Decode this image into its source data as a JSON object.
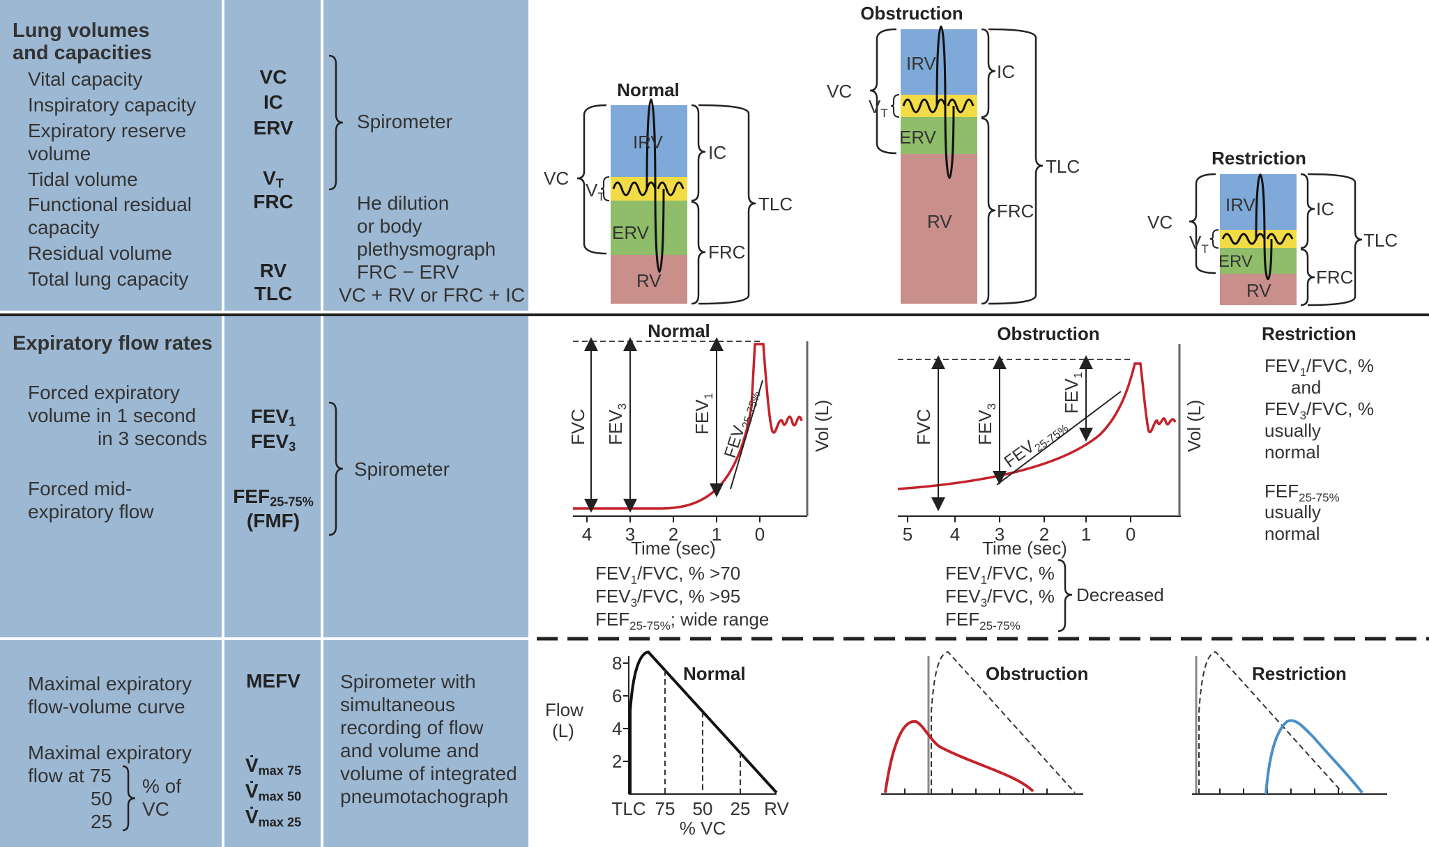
{
  "left": {
    "lung": {
      "header_line1": "Lung volumes",
      "header_line2": "and capacities",
      "labels": [
        "Vital capacity",
        "Inspiratory capacity",
        "Expiratory reserve",
        "volume",
        "Tidal volume",
        "Functional residual",
        "capacity",
        "Residual volume",
        "Total lung capacity"
      ],
      "abbr": [
        "VC",
        "IC",
        "ERV",
        "V",
        "T",
        "FRC",
        "RV",
        "TLC"
      ],
      "method_spiro": "Spirometer",
      "method_lines": [
        "He dilution",
        "or body",
        "plethysmograph",
        "FRC − ERV",
        "VC + RV or FRC + IC"
      ]
    },
    "flow": {
      "header": "Expiratory flow rates",
      "labels": [
        "Forced expiratory",
        "volume in 1 second",
        "in 3 seconds",
        "Forced mid-",
        "expiratory flow"
      ],
      "abbr": [
        {
          "base": "FEV",
          "sub": "1"
        },
        {
          "base": "FEV",
          "sub": "3"
        },
        {
          "base": "FEF",
          "sub": "25-75%"
        }
      ],
      "abbr_fmf": "(FMF)",
      "method": "Spirometer"
    },
    "mefv": {
      "labels": [
        "Maximal expiratory",
        "flow-volume curve",
        "Maximal expiratory",
        "flow at 75",
        "50",
        "25",
        "% of",
        "VC"
      ],
      "abbr": "MEFV",
      "vmax": [
        {
          "base": "V̇",
          "sub": "max 75"
        },
        {
          "base": "V̇",
          "sub": "max 50"
        },
        {
          "base": "V̇",
          "sub": "max 25"
        }
      ],
      "method_lines": [
        "Spirometer with",
        "simultaneous",
        "recording of flow",
        "and volume and",
        "volume of integrated",
        "pneumotachograph"
      ]
    }
  },
  "volumes": {
    "normal": {
      "title": "Normal",
      "IRV": "IRV",
      "ERV": "ERV",
      "RV": "RV",
      "VC": "VC",
      "VT": "V",
      "VT_sub": "T",
      "IC": "IC",
      "TLC": "TLC",
      "FRC": "FRC"
    },
    "obstruction": {
      "title": "Obstruction",
      "IRV": "IRV",
      "ERV": "ERV",
      "RV": "RV",
      "VC": "VC",
      "VT": "V",
      "VT_sub": "T",
      "IC": "IC",
      "TLC": "TLC",
      "FRC": "FRC"
    },
    "restriction": {
      "title": "Restriction",
      "IRV": "IRV",
      "ERV": "ERV",
      "RV": "RV",
      "VC": "VC",
      "VT": "V",
      "VT_sub": "T",
      "IC": "IC",
      "TLC": "TLC",
      "FRC": "FRC"
    }
  },
  "flowrates": {
    "normal": {
      "title": "Normal",
      "FVC": "FVC",
      "FEV3": "FEV",
      "FEV3_sub": "3",
      "FEV1": "FEV",
      "FEV1_sub": "1",
      "FEV2575": "FEV",
      "FEV2575_sub": "25-75%",
      "vol": "Vol (L)",
      "ticks": [
        "4",
        "3",
        "2",
        "1",
        "0"
      ],
      "xlabel": "Time (sec)",
      "notes": [
        {
          "a": "FEV",
          "s": "1",
          "b": "/FVC, % >70"
        },
        {
          "a": "FEV",
          "s": "3",
          "b": "/FVC, % >95"
        },
        {
          "a": "FEF",
          "s": "25-75%",
          "b": "; wide range"
        }
      ]
    },
    "obstruction": {
      "title": "Obstruction",
      "FVC": "FVC",
      "FEV3": "FEV",
      "FEV3_sub": "3",
      "FEV1": "FEV",
      "FEV1_sub": "1",
      "FEV2575": "FEV",
      "FEV2575_sub": "25-75%",
      "vol": "Vol (L)",
      "ticks": [
        "5",
        "4",
        "3",
        "2",
        "1",
        "0"
      ],
      "xlabel": "Time (sec)",
      "notes": [
        {
          "a": "FEV",
          "s": "1",
          "b": "/FVC, %"
        },
        {
          "a": "FEV",
          "s": "3",
          "b": "/FVC, %"
        },
        {
          "a": "FEF",
          "s": "25-75%",
          "b": ""
        }
      ],
      "decreased": "Decreased"
    },
    "restriction": {
      "title": "Restriction",
      "lines": [
        {
          "a": "FEV",
          "s": "1",
          "b": "/FVC, %"
        },
        {
          "a": "and",
          "s": "",
          "b": ""
        },
        {
          "a": "FEV",
          "s": "3",
          "b": "/FVC, %"
        },
        {
          "a": "usually",
          "s": "",
          "b": ""
        },
        {
          "a": "normal",
          "s": "",
          "b": ""
        }
      ],
      "lines2": [
        {
          "a": "FEF",
          "s": "25-75%",
          "b": ""
        },
        {
          "a": "usually",
          "s": "",
          "b": ""
        },
        {
          "a": "normal",
          "s": "",
          "b": ""
        }
      ]
    }
  },
  "flowvol": {
    "normal": {
      "title": "Normal",
      "ylabel1": "Flow",
      "ylabel2": "(L)",
      "yticks": [
        "8",
        "6",
        "4",
        "2"
      ],
      "xticks": [
        "TLC",
        "75",
        "50",
        "25",
        "RV"
      ],
      "xlabel": "% VC"
    },
    "obstruction": {
      "title": "Obstruction"
    },
    "restriction": {
      "title": "Restriction"
    }
  },
  "colors": {
    "panel": "#9db8d3",
    "irv": "#7fa9d9",
    "tidal": "#f2dc45",
    "erv": "#8fbd6a",
    "rv": "#c98f8b",
    "red": "#c4222a",
    "blue_curve": "#4a90c8"
  }
}
